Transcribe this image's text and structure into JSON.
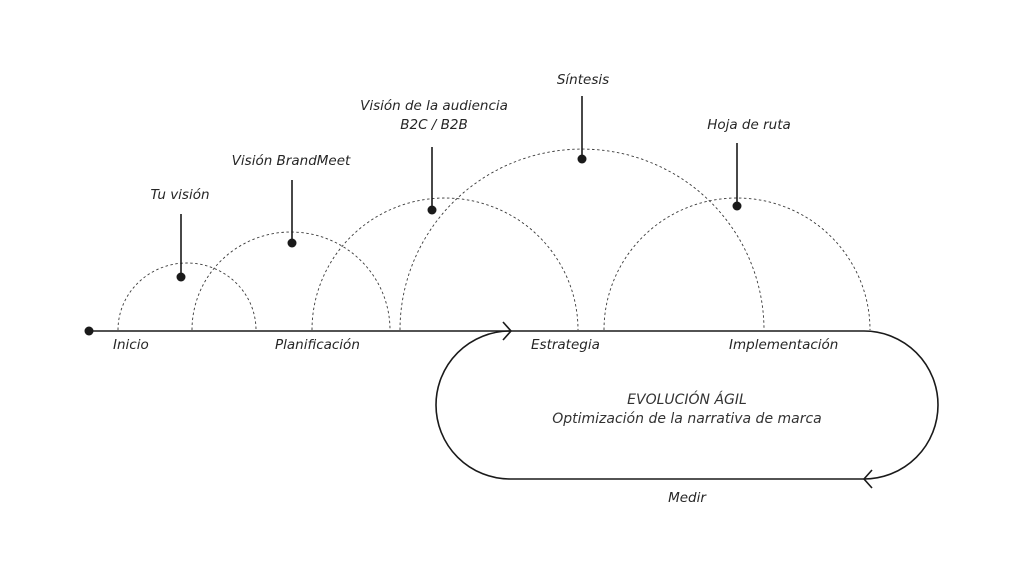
{
  "stages": {
    "tu_vision": "Tu visión",
    "vision_brandmeet": "Visión BrandMeet",
    "vision_audiencia_1": "Visión de la audiencia",
    "vision_audiencia_2": "B2C / B2B",
    "sintesis": "Síntesis",
    "hoja_de_ruta": "Hoja de ruta"
  },
  "timeline": {
    "inicio": "Inicio",
    "planificacion": "Planificación",
    "estrategia": "Estrategia",
    "implementacion": "Implementación"
  },
  "loop": {
    "title": "EVOLUCIÓN ÁGIL",
    "subtitle": "Optimización de la narrativa de marca",
    "measure": "Medir"
  },
  "colors": {
    "ink": "#1a1a1a",
    "background": "#ffffff"
  }
}
